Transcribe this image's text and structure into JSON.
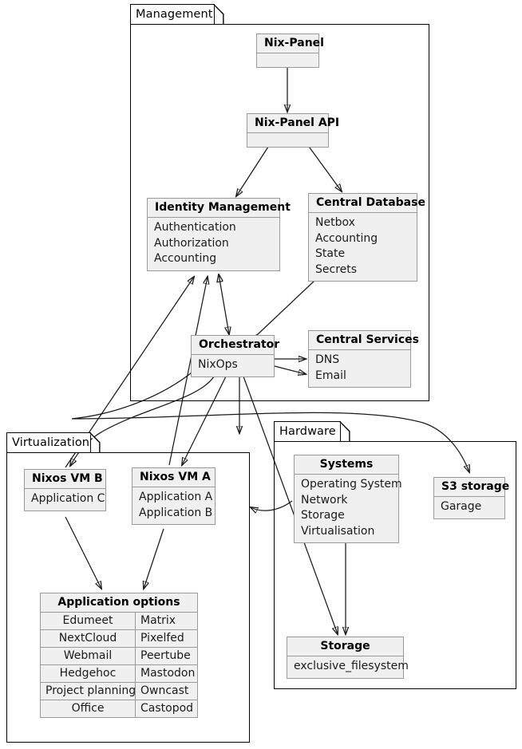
{
  "diagram": {
    "type": "uml-component-diagram",
    "packages": [
      {
        "id": "management",
        "title": "Management"
      },
      {
        "id": "virtualization",
        "title": "Virtualization"
      },
      {
        "id": "hardware",
        "title": "Hardware"
      }
    ],
    "nodes": {
      "nix_panel": {
        "title": "Nix-Panel",
        "items": []
      },
      "nix_panel_api": {
        "title": "Nix-Panel API",
        "items": []
      },
      "identity": {
        "title": "Identity Management",
        "items": [
          "Authentication",
          "Authorization",
          "Accounting"
        ]
      },
      "central_db": {
        "title": "Central Database",
        "items": [
          "Netbox",
          "Accounting",
          "State",
          "Secrets"
        ]
      },
      "orchestrator": {
        "title": "Orchestrator",
        "items": [
          "NixOps"
        ]
      },
      "central_services": {
        "title": "Central Services",
        "items": [
          "DNS",
          "Email"
        ]
      },
      "vm_b": {
        "title": "Nixos VM B",
        "items": [
          "Application C"
        ]
      },
      "vm_a": {
        "title": "Nixos VM A",
        "items": [
          "Application A",
          "Application B"
        ]
      },
      "systems": {
        "title": "Systems",
        "items": [
          "Operating System",
          "Network",
          "Storage",
          "Virtualisation"
        ]
      },
      "s3": {
        "title": "S3 storage",
        "items": [
          "Garage"
        ]
      },
      "storage": {
        "title": "Storage",
        "items": [
          "exclusive_filesystem"
        ]
      }
    },
    "app_options": {
      "title": "Application options",
      "rows": [
        [
          "Edumeet",
          "Matrix"
        ],
        [
          "NextCloud",
          "Pixelfed"
        ],
        [
          "Webmail",
          "Peertube"
        ],
        [
          "Hedgehoc",
          "Mastodon"
        ],
        [
          "Project planning",
          "Owncast"
        ],
        [
          "Office",
          "Castopod"
        ]
      ]
    },
    "colors": {
      "node_fill": "#f0f0f0",
      "node_border": "#9a9a9a",
      "package_border": "#000000",
      "edge": "#1a1a1a",
      "background": "#ffffff"
    },
    "edges": [
      {
        "from": "nix_panel",
        "to": "nix_panel_api",
        "arrow": "single"
      },
      {
        "from": "nix_panel_api",
        "to": "identity",
        "arrow": "single"
      },
      {
        "from": "nix_panel_api",
        "to": "central_db",
        "arrow": "single"
      },
      {
        "from": "orchestrator",
        "to": "identity",
        "arrow": "double"
      },
      {
        "from": "orchestrator",
        "to": "central_db",
        "arrow": "double"
      },
      {
        "from": "orchestrator",
        "to": "central_services",
        "arrow": "single"
      },
      {
        "from": "orchestrator",
        "to": "central_services",
        "arrow": "single"
      },
      {
        "from": "orchestrator",
        "to": "vm_a",
        "arrow": "single"
      },
      {
        "from": "orchestrator",
        "to": "vm_b",
        "arrow": "single"
      },
      {
        "from": "orchestrator",
        "to": "s3",
        "arrow": "single"
      },
      {
        "from": "orchestrator",
        "to": "storage",
        "arrow": "single"
      },
      {
        "from": "vm_a",
        "to": "identity",
        "arrow": "single"
      },
      {
        "from": "vm_b",
        "to": "identity",
        "arrow": "single"
      },
      {
        "from": "vm_a",
        "to": "app_options",
        "arrow": "single"
      },
      {
        "from": "vm_b",
        "to": "app_options",
        "arrow": "single"
      },
      {
        "from": "systems",
        "to": "vm_a",
        "arrow": "single"
      },
      {
        "from": "systems",
        "to": "storage",
        "arrow": "single"
      }
    ]
  }
}
